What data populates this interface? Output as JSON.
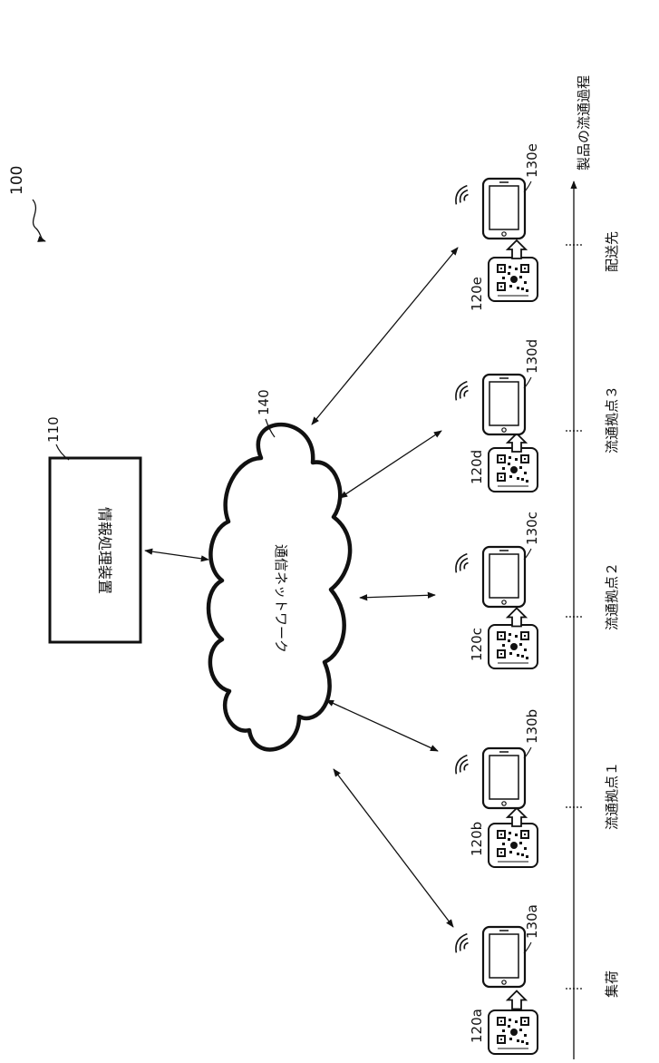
{
  "figure": {
    "number": "100"
  },
  "info_device": {
    "ref": "110",
    "label": "情報処理装置"
  },
  "network": {
    "ref": "140",
    "label": "通信ネットワーク"
  },
  "axis": {
    "title": "製品の流通過程"
  },
  "stages": [
    {
      "label": "集荷",
      "code_ref": "120a",
      "phone_ref": "130a"
    },
    {
      "label": "流通拠点１",
      "code_ref": "120b",
      "phone_ref": "130b"
    },
    {
      "label": "流通拠点２",
      "code_ref": "120c",
      "phone_ref": "130c"
    },
    {
      "label": "流通拠点３",
      "code_ref": "120d",
      "phone_ref": "130d"
    },
    {
      "label": "配送先",
      "code_ref": "120e",
      "phone_ref": "130e"
    }
  ]
}
